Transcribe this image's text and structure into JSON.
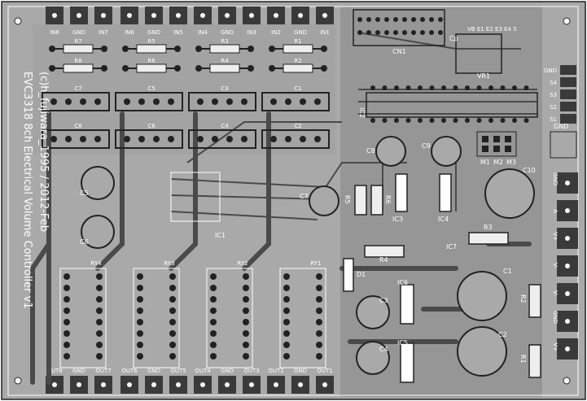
{
  "colors": {
    "board": "#a9a9a9",
    "board_dark": "#969696",
    "pad": "#3a3a3a",
    "trace": "#4a4a4a",
    "silk": "#ffffff",
    "outline": "#222222"
  },
  "board": {
    "title_line1": "EVC3318  8ch Electrical Volume Controller v1",
    "title_line2": "(c)h_fujiwara_1995 / 2012-Feb"
  },
  "top_connectors": [
    "IN8",
    "GND",
    "IN7",
    "IN6",
    "GND",
    "IN5",
    "IN4",
    "GND",
    "IN3",
    "IN2",
    "GND",
    "IN1"
  ],
  "bottom_connectors": [
    "OUT8",
    "GND",
    "OUT7",
    "OUT6",
    "GND",
    "OUT5",
    "OUT4",
    "GND",
    "OUT3",
    "OUT2",
    "GND",
    "OUT1"
  ],
  "right_top_connectors": [
    "GND",
    "S4",
    "S3",
    "S2",
    "S1"
  ],
  "right_bottom_connectors": [
    "GND",
    "A",
    "V+",
    "V-",
    "V-",
    "GND",
    "V+"
  ],
  "resistors_top": [
    "R7",
    "R8",
    "R5",
    "R6",
    "R3",
    "R4",
    "R1",
    "R2"
  ],
  "caps_row1": [
    "C7",
    "C5",
    "C3",
    "C1"
  ],
  "caps_row2": [
    "C8",
    "C6",
    "C4",
    "C2"
  ],
  "relays": [
    "RY4",
    "RY3",
    "RY2",
    "RY1"
  ],
  "parts": {
    "cn1": "CN1",
    "ic2": "IC2",
    "ic1": "IC1",
    "ic3": "IC3",
    "ic4": "IC4",
    "ic5": "IC5",
    "ic6": "IC6",
    "ic7": "IC7",
    "vr1": "VR1",
    "r3": "R3",
    "r4": "R4",
    "r5": "R5",
    "r6": "R6",
    "r1": "R1",
    "r2": "R2",
    "d1": "D1",
    "c1": "C1",
    "c2": "C2",
    "c3": "C3",
    "c4": "C4",
    "c5": "C5",
    "c6": "C6",
    "c7": "C7",
    "c8": "C8",
    "c9": "C9",
    "c10": "C10",
    "cp": "Cp",
    "m1": "M1",
    "m2": "M2",
    "m3": "M3",
    "gnd": "GND",
    "top_right_labels": "VB E1 E2 E3 E4 S"
  }
}
